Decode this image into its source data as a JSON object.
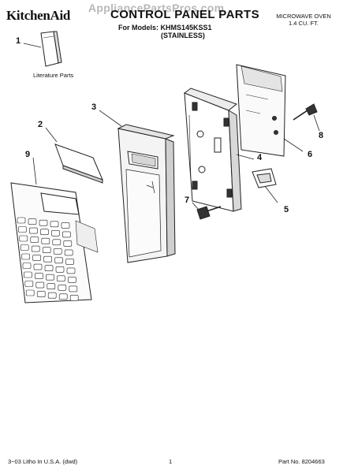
{
  "header": {
    "brand": "KitchenAid",
    "watermark": "AppliancePartsPros.com",
    "title": "CONTROL PANEL PARTS",
    "models_line": "For Models: KHMS145KSS1",
    "variant": "(STAINLESS)",
    "oven_type": "MICROWAVE OVEN",
    "capacity": "1.4 CU. FT."
  },
  "parts": {
    "literature_label": "Literature Parts",
    "callouts": [
      "1",
      "2",
      "3",
      "4",
      "5",
      "6",
      "7",
      "8",
      "9"
    ]
  },
  "footer": {
    "print_info": "3−03 Litho In U.S.A. (dwd)",
    "page_number": "1",
    "part_number": "Part No. 8204663"
  }
}
